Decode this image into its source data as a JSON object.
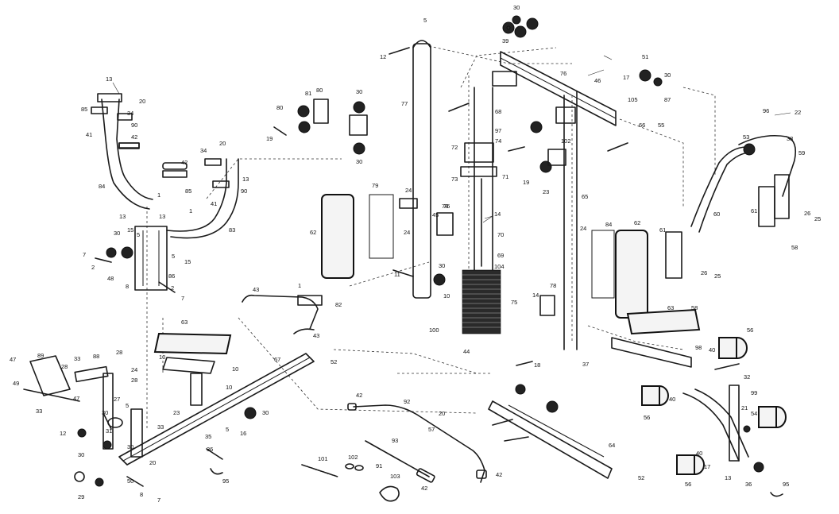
{
  "diagram": {
    "callouts": [
      {
        "id": "c-13a",
        "text": "13"
      },
      {
        "id": "c-20a",
        "text": "20"
      },
      {
        "id": "c-85a",
        "text": "85"
      },
      {
        "id": "c-34a",
        "text": "34"
      },
      {
        "id": "c-90a",
        "text": "90"
      },
      {
        "id": "c-41a",
        "text": "41"
      },
      {
        "id": "c-42a",
        "text": "42"
      },
      {
        "id": "c-84",
        "text": "84"
      },
      {
        "id": "c-13b",
        "text": "13"
      },
      {
        "id": "c-1a",
        "text": "1"
      },
      {
        "id": "c-34b",
        "text": "34"
      },
      {
        "id": "c-20b",
        "text": "20"
      },
      {
        "id": "c-42b",
        "text": "42"
      },
      {
        "id": "c-85b",
        "text": "85"
      },
      {
        "id": "c-13c",
        "text": "13"
      },
      {
        "id": "c-90b",
        "text": "90"
      },
      {
        "id": "c-41b",
        "text": "41"
      },
      {
        "id": "c-83",
        "text": "83"
      },
      {
        "id": "c-13d",
        "text": "13"
      },
      {
        "id": "c-1b",
        "text": "1"
      },
      {
        "id": "c-30a",
        "text": "30"
      },
      {
        "id": "c-15a",
        "text": "15"
      },
      {
        "id": "c-5a",
        "text": "5"
      },
      {
        "id": "c-7a",
        "text": "7"
      },
      {
        "id": "c-2a",
        "text": "2"
      },
      {
        "id": "c-5b",
        "text": "5"
      },
      {
        "id": "c-15b",
        "text": "15"
      },
      {
        "id": "c-86",
        "text": "86"
      },
      {
        "id": "c-48",
        "text": "48"
      },
      {
        "id": "c-8a",
        "text": "8"
      },
      {
        "id": "c-2b",
        "text": "2"
      },
      {
        "id": "c-7b",
        "text": "7"
      },
      {
        "id": "c-63a",
        "text": "63"
      },
      {
        "id": "c-10a",
        "text": "10"
      },
      {
        "id": "c-24a",
        "text": "24"
      },
      {
        "id": "c-10b",
        "text": "10"
      },
      {
        "id": "c-28a",
        "text": "28"
      },
      {
        "id": "c-10c",
        "text": "10"
      },
      {
        "id": "c-23a",
        "text": "23"
      },
      {
        "id": "c-47a",
        "text": "47"
      },
      {
        "id": "c-89",
        "text": "89"
      },
      {
        "id": "c-33a",
        "text": "33"
      },
      {
        "id": "c-88",
        "text": "88"
      },
      {
        "id": "c-28b",
        "text": "28"
      },
      {
        "id": "c-28c",
        "text": "28"
      },
      {
        "id": "c-49",
        "text": "49"
      },
      {
        "id": "c-47b",
        "text": "47"
      },
      {
        "id": "c-33b",
        "text": "33"
      },
      {
        "id": "c-12a",
        "text": "12"
      },
      {
        "id": "c-27",
        "text": "27"
      },
      {
        "id": "c-5c",
        "text": "5"
      },
      {
        "id": "c-30b",
        "text": "30"
      },
      {
        "id": "c-31",
        "text": "31"
      },
      {
        "id": "c-30c",
        "text": "30"
      },
      {
        "id": "c-29",
        "text": "29"
      },
      {
        "id": "c-30d",
        "text": "30"
      },
      {
        "id": "c-33c",
        "text": "33"
      },
      {
        "id": "c-35",
        "text": "35"
      },
      {
        "id": "c-36a",
        "text": "36"
      },
      {
        "id": "c-20c",
        "text": "20"
      },
      {
        "id": "c-50",
        "text": "50"
      },
      {
        "id": "c-5d",
        "text": "5"
      },
      {
        "id": "c-16",
        "text": "16"
      },
      {
        "id": "c-30e",
        "text": "30"
      },
      {
        "id": "c-95a",
        "text": "95"
      },
      {
        "id": "c-8b",
        "text": "8"
      },
      {
        "id": "c-7c",
        "text": "7"
      },
      {
        "id": "c-67",
        "text": "67"
      },
      {
        "id": "c-52a",
        "text": "52"
      },
      {
        "id": "c-43a",
        "text": "43"
      },
      {
        "id": "c-1c",
        "text": "1"
      },
      {
        "id": "c-82a",
        "text": "82"
      },
      {
        "id": "c-43b",
        "text": "43"
      },
      {
        "id": "c-62a",
        "text": "62"
      },
      {
        "id": "c-79",
        "text": "79"
      },
      {
        "id": "c-24b",
        "text": "24"
      },
      {
        "id": "c-24c",
        "text": "24"
      },
      {
        "id": "c-45a",
        "text": "45"
      },
      {
        "id": "c-76a",
        "text": "76"
      },
      {
        "id": "c-14a",
        "text": "14"
      },
      {
        "id": "c-70",
        "text": "70"
      },
      {
        "id": "c-69",
        "text": "69"
      },
      {
        "id": "c-104",
        "text": "104"
      },
      {
        "id": "c-75",
        "text": "75"
      },
      {
        "id": "c-11a",
        "text": "11"
      },
      {
        "id": "c-30f",
        "text": "30"
      },
      {
        "id": "c-10d",
        "text": "10"
      },
      {
        "id": "c-100",
        "text": "100"
      },
      {
        "id": "c-44",
        "text": "44"
      },
      {
        "id": "c-12b",
        "text": "12"
      },
      {
        "id": "c-5e",
        "text": "5"
      },
      {
        "id": "c-77",
        "text": "77"
      },
      {
        "id": "c-80a",
        "text": "80"
      },
      {
        "id": "c-81",
        "text": "81"
      },
      {
        "id": "c-30g",
        "text": "30"
      },
      {
        "id": "c-19a",
        "text": "19"
      },
      {
        "id": "c-30h",
        "text": "30"
      },
      {
        "id": "c-80b",
        "text": "80"
      },
      {
        "id": "c-72",
        "text": "72"
      },
      {
        "id": "c-73",
        "text": "73"
      },
      {
        "id": "c-71",
        "text": "71"
      },
      {
        "id": "c-68",
        "text": "68"
      },
      {
        "id": "c-97",
        "text": "97"
      },
      {
        "id": "c-74",
        "text": "74"
      },
      {
        "id": "c-39",
        "text": "39"
      },
      {
        "id": "c-30i",
        "text": "30"
      },
      {
        "id": "c-76b",
        "text": "76"
      },
      {
        "id": "c-102a",
        "text": "102"
      },
      {
        "id": "c-105",
        "text": "105"
      },
      {
        "id": "c-46",
        "text": "46"
      },
      {
        "id": "c-87",
        "text": "87"
      },
      {
        "id": "c-51",
        "text": "51"
      },
      {
        "id": "c-30j",
        "text": "30"
      },
      {
        "id": "c-17a",
        "text": "17"
      },
      {
        "id": "c-55",
        "text": "55"
      },
      {
        "id": "c-66",
        "text": "66"
      },
      {
        "id": "c-19b",
        "text": "19"
      },
      {
        "id": "c-23b",
        "text": "23"
      },
      {
        "id": "c-65",
        "text": "65"
      },
      {
        "id": "c-96",
        "text": "96"
      },
      {
        "id": "c-22",
        "text": "22"
      },
      {
        "id": "c-38",
        "text": "38"
      },
      {
        "id": "c-53",
        "text": "53"
      },
      {
        "id": "c-59",
        "text": "59"
      },
      {
        "id": "c-60",
        "text": "60"
      },
      {
        "id": "c-61a",
        "text": "61"
      },
      {
        "id": "c-61b",
        "text": "61"
      },
      {
        "id": "c-26a",
        "text": "26"
      },
      {
        "id": "c-25a",
        "text": "25"
      },
      {
        "id": "c-58a",
        "text": "58"
      },
      {
        "id": "c-26b",
        "text": "26"
      },
      {
        "id": "c-25b",
        "text": "25"
      },
      {
        "id": "c-58b",
        "text": "58"
      },
      {
        "id": "c-62b",
        "text": "62"
      },
      {
        "id": "c-84b",
        "text": "84"
      },
      {
        "id": "c-63b",
        "text": "63"
      },
      {
        "id": "c-78a",
        "text": "78"
      },
      {
        "id": "c-78b",
        "text": "78"
      },
      {
        "id": "c-14b",
        "text": "14"
      },
      {
        "id": "c-24d",
        "text": "24"
      },
      {
        "id": "c-56a",
        "text": "56"
      },
      {
        "id": "c-56b",
        "text": "56"
      },
      {
        "id": "c-56c",
        "text": "56"
      },
      {
        "id": "c-40a",
        "text": "40"
      },
      {
        "id": "c-40b",
        "text": "40"
      },
      {
        "id": "c-40c",
        "text": "40"
      },
      {
        "id": "c-54",
        "text": "54"
      },
      {
        "id": "c-99",
        "text": "99"
      },
      {
        "id": "c-21",
        "text": "21"
      },
      {
        "id": "c-32",
        "text": "32"
      },
      {
        "id": "c-98",
        "text": "98"
      },
      {
        "id": "c-37",
        "text": "37"
      },
      {
        "id": "c-18",
        "text": "18"
      },
      {
        "id": "c-64",
        "text": "64"
      },
      {
        "id": "c-92",
        "text": "92"
      },
      {
        "id": "c-42c",
        "text": "42"
      },
      {
        "id": "c-57",
        "text": "57"
      },
      {
        "id": "c-20d",
        "text": "20"
      },
      {
        "id": "c-42d",
        "text": "42"
      },
      {
        "id": "c-93",
        "text": "93"
      },
      {
        "id": "c-42e",
        "text": "42"
      },
      {
        "id": "c-103",
        "text": "103"
      },
      {
        "id": "c-101",
        "text": "101"
      },
      {
        "id": "c-102b",
        "text": "102"
      },
      {
        "id": "c-91",
        "text": "91"
      },
      {
        "id": "c-52b",
        "text": "52"
      },
      {
        "id": "c-95b",
        "text": "95"
      },
      {
        "id": "c-36b",
        "text": "36"
      },
      {
        "id": "c-17b",
        "text": "17"
      },
      {
        "id": "c-13e",
        "text": "13"
      }
    ]
  }
}
